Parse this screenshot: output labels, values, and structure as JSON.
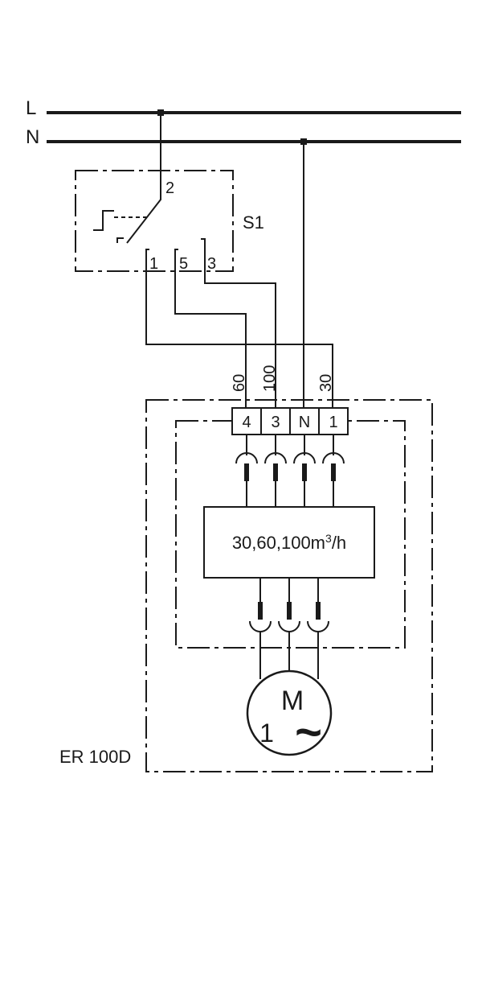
{
  "supply": {
    "line_label": "L",
    "neutral_label": "N"
  },
  "switch": {
    "designation": "S1",
    "terminal_common": "2",
    "terminals": [
      "1",
      "5",
      "3"
    ]
  },
  "speed_labels": [
    "60",
    "100",
    "30"
  ],
  "terminal_block": [
    "4",
    "3",
    "N",
    "1"
  ],
  "controller": {
    "text": "30,60,100m",
    "superscript": "3",
    "suffix": "/h"
  },
  "motor": {
    "symbol": "M",
    "phase": "1",
    "wave": "~"
  },
  "device": {
    "model": "ER 100D"
  }
}
